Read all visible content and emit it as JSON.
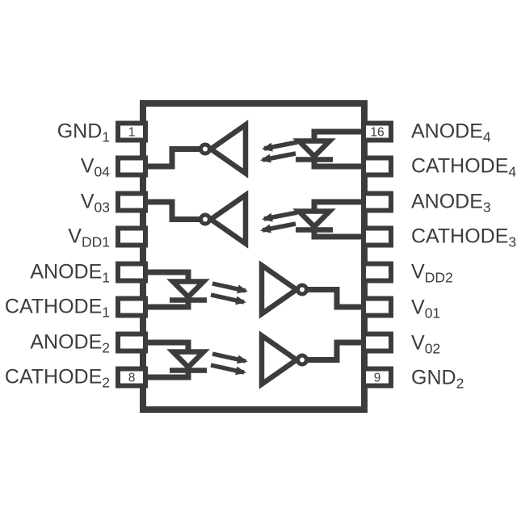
{
  "diagram": {
    "type": "ic-pinout-functional-diagram",
    "description": "16-pin quad-channel optocoupler functional pin diagram",
    "line_color": "#3c3c3c",
    "background": "#ffffff"
  },
  "pins": {
    "left": [
      {
        "name": "GND",
        "sub": "1",
        "number": "1"
      },
      {
        "name": "V",
        "sub": "04",
        "number": ""
      },
      {
        "name": "V",
        "sub": "03",
        "number": ""
      },
      {
        "name": "V",
        "sub": "DD1",
        "number": ""
      },
      {
        "name": "ANODE",
        "sub": "1",
        "number": ""
      },
      {
        "name": "CATHODE",
        "sub": "1",
        "number": ""
      },
      {
        "name": "ANODE",
        "sub": "2",
        "number": ""
      },
      {
        "name": "CATHODE",
        "sub": "2",
        "number": "8"
      }
    ],
    "right": [
      {
        "name": "ANODE",
        "sub": "4",
        "number": "16"
      },
      {
        "name": "CATHODE",
        "sub": "4",
        "number": ""
      },
      {
        "name": "ANODE",
        "sub": "3",
        "number": ""
      },
      {
        "name": "CATHODE",
        "sub": "3",
        "number": ""
      },
      {
        "name": "V",
        "sub": "DD2",
        "number": ""
      },
      {
        "name": "V",
        "sub": "01",
        "number": ""
      },
      {
        "name": "V",
        "sub": "02",
        "number": ""
      },
      {
        "name": "GND",
        "sub": "2",
        "number": "9"
      }
    ]
  }
}
